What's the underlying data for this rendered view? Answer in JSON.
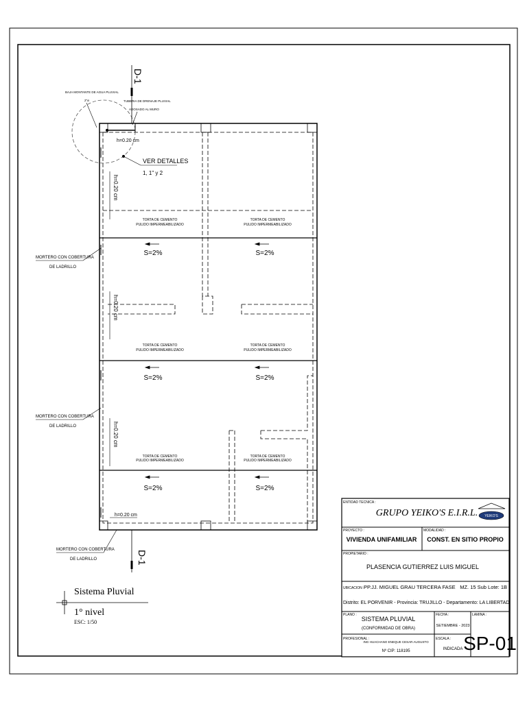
{
  "section_marks": {
    "top": "D-1",
    "bottom": "D-1"
  },
  "callouts": {
    "downspout": "BAJA MONTANTE DE AGUA PLUVIAL",
    "downspout_sym": "2\"ø",
    "drain_pipe": "TUBERIA DE DRENAJE PLUVIAL",
    "drain_pipe_note": "ADOSADO AL MURO",
    "details_title": "VER DETALLES",
    "details_refs": "1, 1\" y 2",
    "mortar_line1": "MORTERO CON COBERTURA",
    "mortar_line2": "DE LADRILLO"
  },
  "dimensions": {
    "h_parapet": "h=0.20 cm",
    "h_vertical": "h=0.20 cm"
  },
  "slabs": {
    "line1": "TORTA DE CEMENTO",
    "line2": "PULIDO IMPERMEABILIZADO",
    "slope": "S=2%"
  },
  "legend": {
    "title": "Sistema Pluvial",
    "level": "1° nivel",
    "scale": "ESC: 1/50"
  },
  "title_block": {
    "entity_label": "ENTIDAD TECNICA :",
    "company": "GRUPO YEIKO'S E.I.R.L.",
    "logo_text": "YEIKO'S",
    "project_label": "PROYECTO :",
    "project": "VIVIENDA UNIFAMILIAR",
    "modality_label": "MODALIDAD :",
    "modality": "CONST. EN SITIO PROPIO",
    "owner_label": "PROPIETARIO :",
    "owner": "PLASENCIA GUTIERREZ LUIS MIGUEL",
    "location_label": "UBICACION :",
    "location": "PP.JJ. MIGUEL GRAU TERCERA FASE",
    "lot": "MZ. 15  Sub Lote: 1B",
    "district": "Distrito: EL PORVENIR - Provincia: TRUJILLO  - Departamento: LA LIBERTAD",
    "plan_label": "PLANO :",
    "plan": "SISTEMA PLUVIAL",
    "plan_sub": "(CONFORMIDAD DE OBRA)",
    "date_label": "FECHA :",
    "date": "SETIEMBRE - 2023",
    "sheet_label": "LAMINA :",
    "sheet": "SP-01",
    "professional_label": "PROFESIONAL :",
    "professional": "ING HUACHANO ENEQUE CESAR AUGUSTO",
    "cip": "Nº CIP: 118195",
    "scale_label": "ESCALA :",
    "scale": "INDICADA"
  }
}
